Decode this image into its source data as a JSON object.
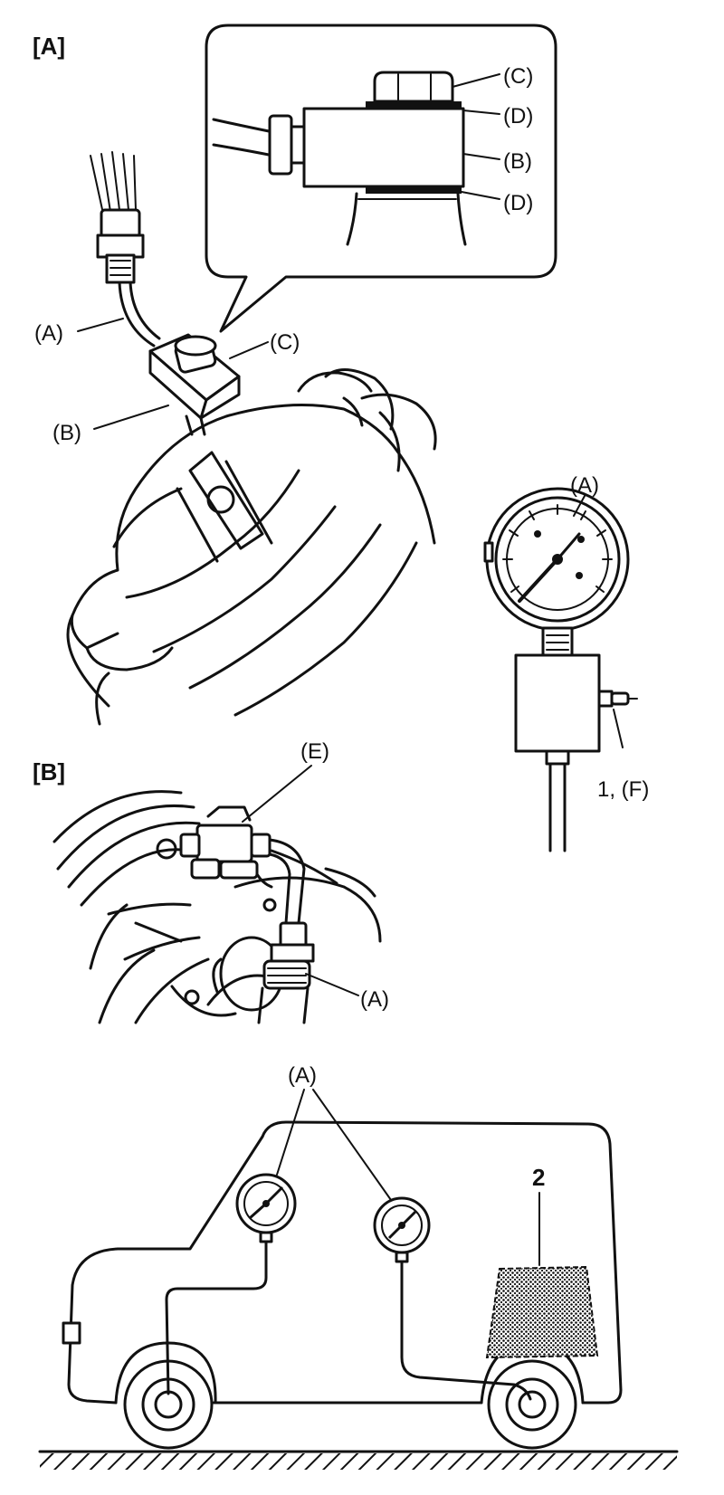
{
  "panel_a": {
    "tag": "[A]",
    "inset_labels": {
      "c": "(C)",
      "d_top": "(D)",
      "b": "(B)",
      "d_bottom": "(D)"
    },
    "main_labels": {
      "a": "(A)",
      "c": "(C)",
      "b": "(B)"
    }
  },
  "gauge": {
    "label_a": "(A)",
    "label_f": "1, (F)"
  },
  "panel_b": {
    "tag": "[B]",
    "labels": {
      "e": "(E)",
      "a": "(A)"
    }
  },
  "vehicle": {
    "label_a": "(A)",
    "label_2": "2"
  }
}
